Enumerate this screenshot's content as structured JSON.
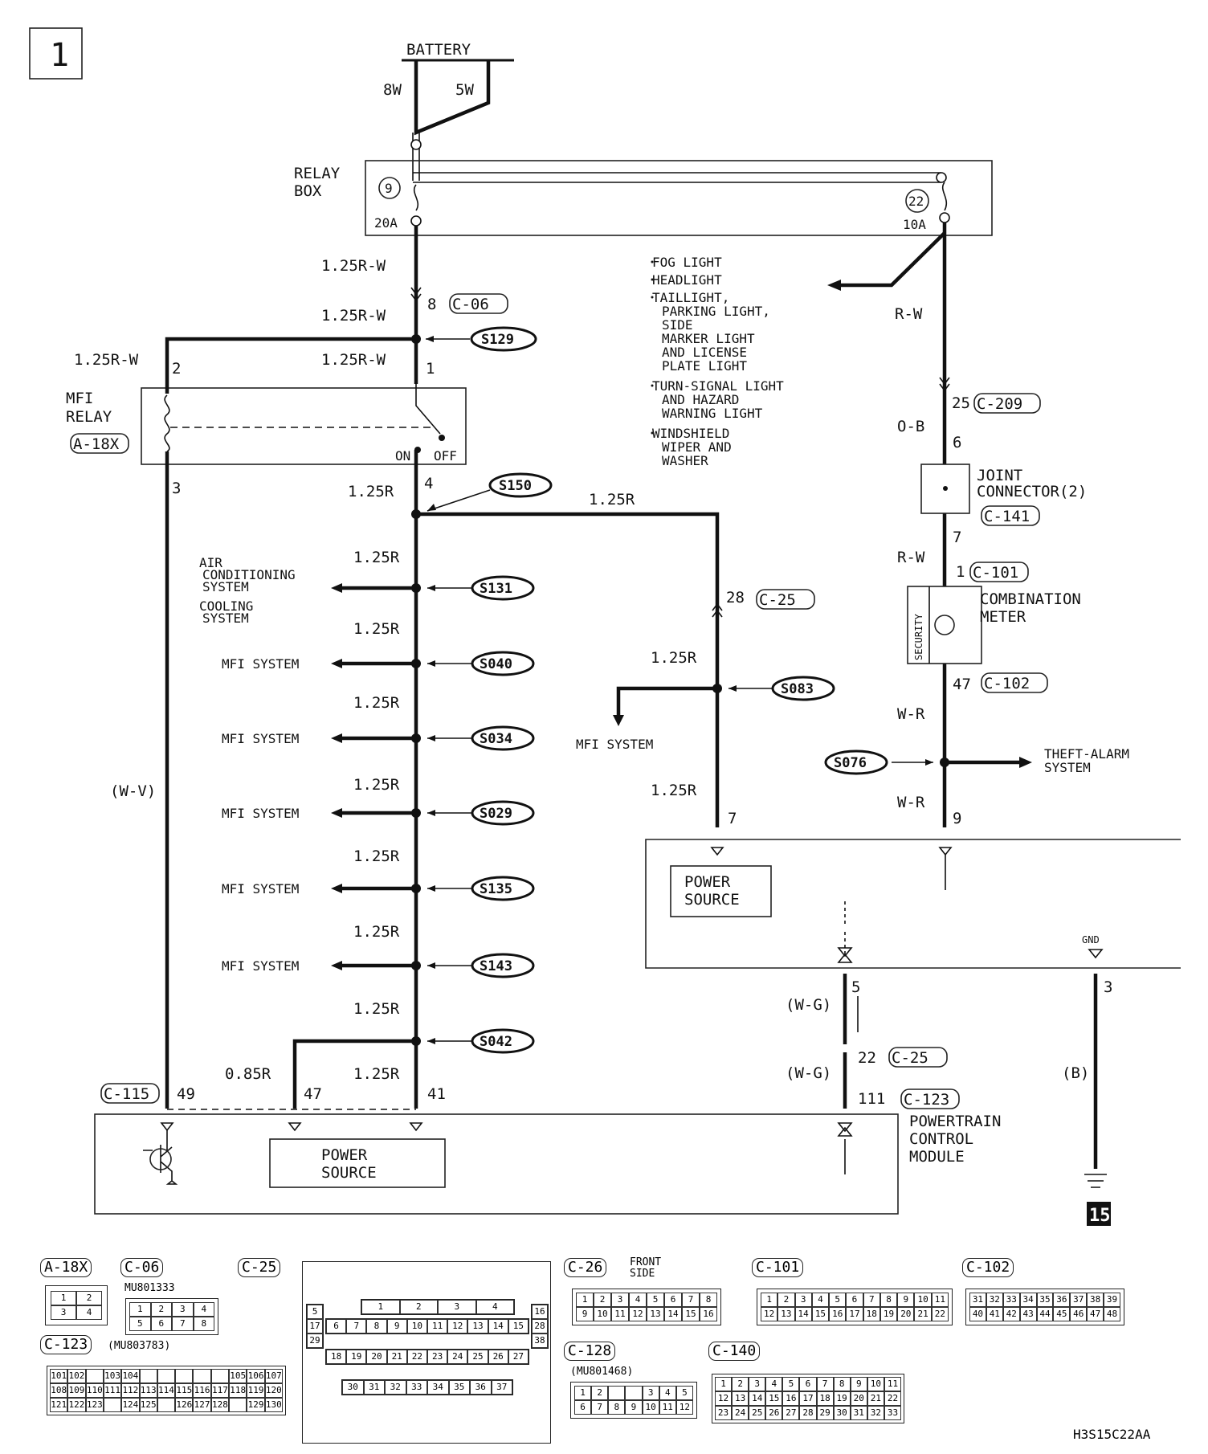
{
  "page_number": "1",
  "battery": {
    "label": "BATTERY",
    "left_wire": "8W",
    "right_wire": "5W"
  },
  "relay_box": {
    "label_line1": "RELAY",
    "label_line2": "BOX",
    "fuse_left_num": "9",
    "fuse_left_amp": "20A",
    "fuse_right_num": "22",
    "fuse_right_amp": "10A"
  },
  "wires": {
    "w1": "1.25R-W",
    "w2": "1.25R-W",
    "w3": "1.25R-W",
    "w4": "1.25R-W",
    "r_w1": "R-W",
    "o_b": "O-B",
    "r_w2": "R-W",
    "w_r1": "W-R",
    "w_r2": "W-R",
    "w_v": "(W-V)",
    "r_main": "1.25R",
    "r_right": "1.25R",
    "r1": "1.25R",
    "r2": "1.25R",
    "r3": "1.25R",
    "r4": "1.25R",
    "r5": "1.25R",
    "r6": "1.25R",
    "r7": "1.25R",
    "r8": "1.25R",
    "r_s083": "1.25R",
    "r_s083b": "1.25R",
    "w085": "0.85R",
    "w_g1": "(W-G)",
    "w_g2": "(W-G)",
    "b": "(B)"
  },
  "connectors": {
    "c06": "C-06",
    "c209": "C-209",
    "c141": "C-141",
    "c101": "C-101",
    "c102": "C-102",
    "c25": "C-25",
    "c25b": "C-25",
    "c115": "C-115",
    "c123": "C-123",
    "a18x": "A-18X"
  },
  "pins": {
    "p8": "8",
    "p1": "1",
    "p2": "2",
    "p3": "3",
    "p4": "4",
    "p25": "25",
    "p6": "6",
    "p7": "7",
    "p1b": "1",
    "p47": "47",
    "p9": "9",
    "p28": "28",
    "p7b": "7",
    "p5": "5",
    "p22": "22",
    "p111": "111",
    "p3b": "3",
    "p49": "49",
    "p47b": "47",
    "p41": "41"
  },
  "mfi_relay": {
    "line1": "MFI",
    "line2": "RELAY",
    "on": "ON",
    "off": "OFF"
  },
  "splices": [
    "S129",
    "S150",
    "S131",
    "S040",
    "S034",
    "S029",
    "S135",
    "S143",
    "S042",
    "S083",
    "S076"
  ],
  "lighting_list": [
    "FOG LIGHT",
    "HEADLIGHT",
    "TAILLIGHT,",
    "PARKING LIGHT,",
    "SIDE",
    "MARKER LIGHT",
    "AND LICENSE",
    "PLATE LIGHT",
    "TURN-SIGNAL LIGHT",
    "AND HAZARD",
    "WARNING LIGHT",
    "WINDSHIELD",
    "WIPER AND",
    "WASHER"
  ],
  "branches": {
    "ac1": "AIR",
    "ac2": "CONDITIONING",
    "ac3": "SYSTEM",
    "cool1": "COOLING",
    "cool2": "SYSTEM",
    "mfi1": "MFI SYSTEM",
    "mfi2": "MFI SYSTEM",
    "mfi3": "MFI SYSTEM",
    "mfi4": "MFI SYSTEM",
    "mfi5": "MFI SYSTEM",
    "mfi6": "MFI SYSTEM",
    "theft1": "THEFT-ALARM",
    "theft2": "SYSTEM"
  },
  "joint_connector": {
    "line1": "JOINT",
    "line2": "CONNECTOR(2)"
  },
  "combination_meter": {
    "line1": "COMBINATION",
    "line2": "METER",
    "security": "SECURITY"
  },
  "power_source": {
    "line1": "POWER",
    "line2": "SOURCE"
  },
  "gnd": "GND",
  "pcm": {
    "line1": "POWERTRAIN",
    "line2": "CONTROL",
    "line3": "MODULE"
  },
  "ground_num": "15",
  "connector_views": {
    "a18x": "A-18X",
    "c06": "C-06",
    "c06_part": "MU801333",
    "c25": "C-25",
    "c26": "C-26",
    "c26_note1": "FRONT",
    "c26_note2": "SIDE",
    "c101": "C-101",
    "c102": "C-102",
    "c123": "C-123",
    "c123_part": "(MU803783)",
    "c128": "C-128",
    "c128_part": "(MU801468)",
    "c140": "C-140"
  },
  "pinouts": {
    "a18x": [
      "1",
      "2",
      "3",
      "4"
    ],
    "c06": [
      "1",
      "2",
      "3",
      "4",
      "5",
      "6",
      "7",
      "8"
    ],
    "c26_r1": [
      "1",
      "2",
      "3",
      "4",
      "5",
      "6",
      "7",
      "8"
    ],
    "c26_r2": [
      "9",
      "10",
      "11",
      "12",
      "13",
      "14",
      "15",
      "16"
    ],
    "c101_r1": [
      "1",
      "2",
      "3",
      "4",
      "5",
      "6",
      "7",
      "8",
      "9",
      "10",
      "11"
    ],
    "c101_r2": [
      "12",
      "13",
      "14",
      "15",
      "16",
      "17",
      "18",
      "19",
      "20",
      "21",
      "22"
    ],
    "c102_r1": [
      "31",
      "32",
      "33",
      "34",
      "35",
      "36",
      "37",
      "38",
      "39"
    ],
    "c102_r2": [
      "40",
      "41",
      "42",
      "43",
      "44",
      "45",
      "46",
      "47",
      "48"
    ],
    "c128_r1": [
      "1",
      "2",
      "3",
      "4",
      "5"
    ],
    "c128_r2": [
      "6",
      "7",
      "8",
      "9",
      "10",
      "11",
      "12"
    ],
    "c140_r1": [
      "1",
      "2",
      "3",
      "4",
      "5",
      "6",
      "7",
      "8",
      "9",
      "10",
      "11"
    ],
    "c140_r2": [
      "12",
      "13",
      "14",
      "15",
      "16",
      "17",
      "18",
      "19",
      "20",
      "21",
      "22"
    ],
    "c140_r3": [
      "23",
      "24",
      "25",
      "26",
      "27",
      "28",
      "29",
      "30",
      "31",
      "32",
      "33"
    ],
    "c25_r1": [
      "1",
      "2",
      "3",
      "4"
    ],
    "c25_r2": [
      "5",
      "16"
    ],
    "c25_r3": [
      "6",
      "7",
      "8",
      "9",
      "10",
      "11",
      "12",
      "13",
      "14",
      "15"
    ],
    "c25_r4": [
      "17",
      "28"
    ],
    "c25_r5": [
      "18",
      "19",
      "20",
      "21",
      "22",
      "23",
      "24",
      "25",
      "26",
      "27"
    ],
    "c25_r6": [
      "29",
      "38"
    ],
    "c25_r7": [
      "30",
      "31",
      "32",
      "33",
      "34",
      "35",
      "36",
      "37"
    ],
    "c123_r1": [
      "101",
      "102",
      "103",
      "104",
      "105",
      "106",
      "107"
    ],
    "c123_r2": [
      "108",
      "109",
      "110",
      "111",
      "112",
      "113",
      "114",
      "115",
      "116",
      "117",
      "118",
      "119",
      "120"
    ],
    "c123_r3": [
      "121",
      "122",
      "123",
      "124",
      "125",
      "126",
      "127",
      "128",
      "129",
      "130"
    ]
  },
  "figure_code": "H3S15C22AA"
}
